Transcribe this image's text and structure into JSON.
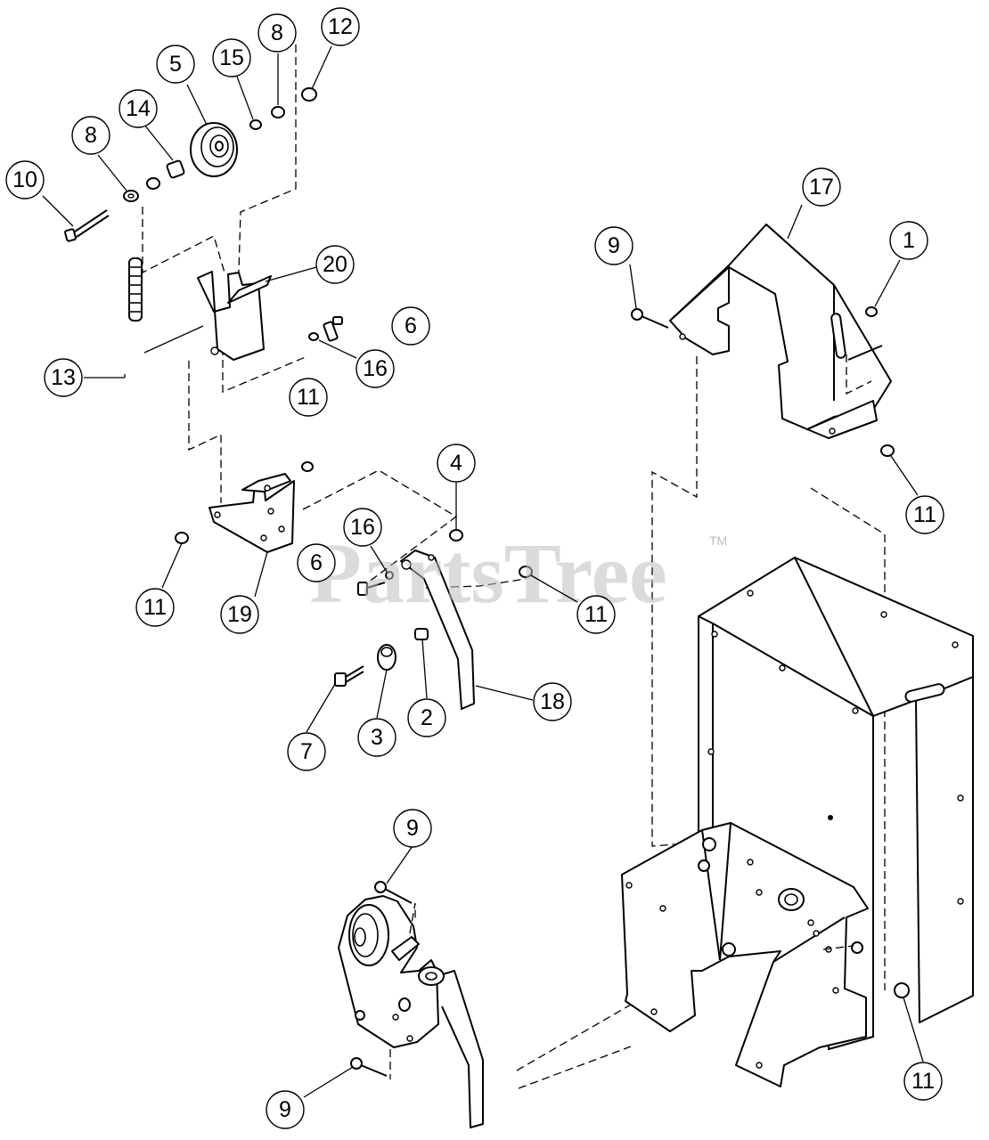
{
  "diagram": {
    "watermark": "PartsTree",
    "watermark_mark": "TM",
    "callouts": [
      "10",
      "8",
      "14",
      "5",
      "15",
      "8",
      "12",
      "20",
      "13",
      "16",
      "6",
      "11",
      "9",
      "17",
      "1",
      "11",
      "4",
      "16",
      "6",
      "11",
      "19",
      "11",
      "18",
      "7",
      "3",
      "2",
      "9",
      "9",
      "11"
    ]
  },
  "colors": {
    "line": "#000000",
    "background": "#ffffff",
    "watermark": "#bdbdbd"
  }
}
